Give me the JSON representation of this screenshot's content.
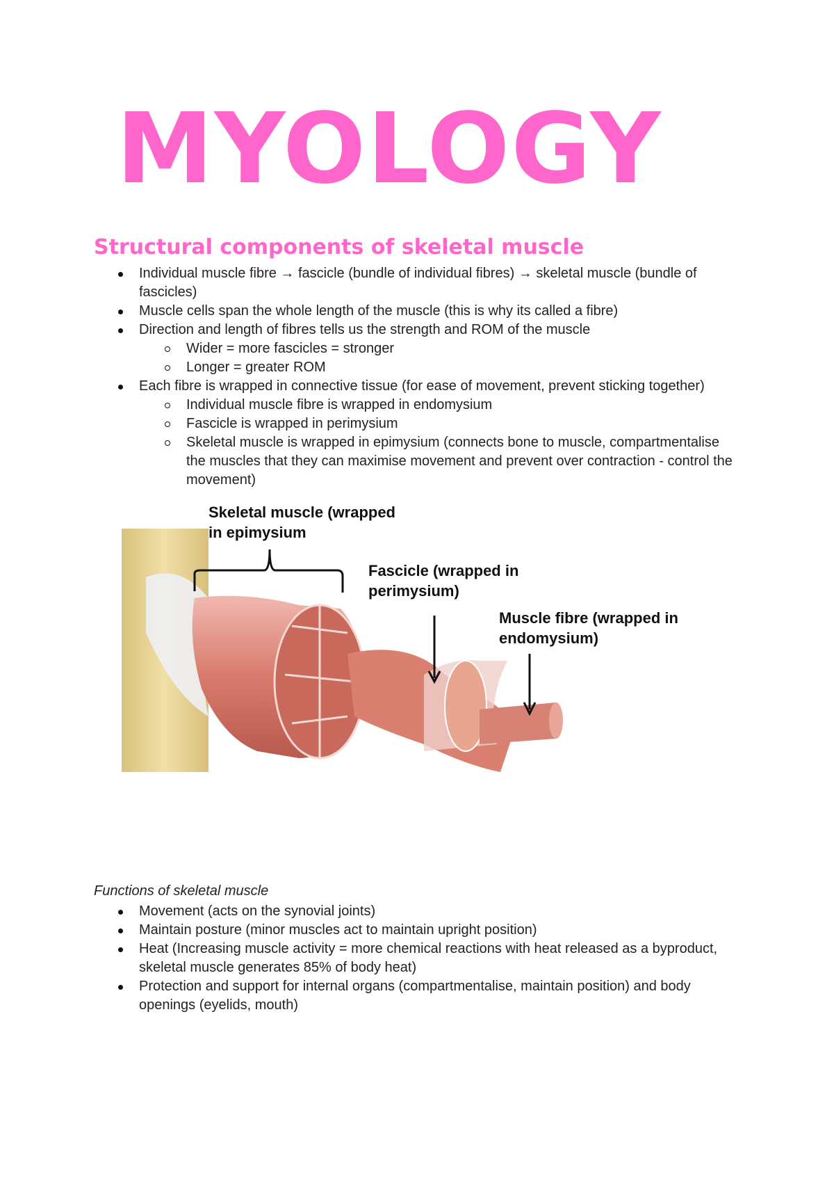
{
  "title": "MYOLOGY",
  "colors": {
    "accent": "#ff66cc",
    "text": "#222222"
  },
  "section1": {
    "heading": "Structural components of skeletal muscle",
    "items": [
      {
        "level": 1,
        "text": "Individual muscle fibre → fascicle (bundle of individual fibres) → skeletal muscle (bundle of fascicles)"
      },
      {
        "level": 1,
        "text": "Muscle cells span the whole length of the muscle (this is why its called a fibre)"
      },
      {
        "level": 1,
        "text": "Direction and length of fibres tells us the strength and ROM of the muscle"
      },
      {
        "level": 2,
        "text": "Wider = more fascicles = stronger"
      },
      {
        "level": 2,
        "text": "Longer = greater ROM"
      },
      {
        "level": 1,
        "text": "Each fibre is wrapped in connective tissue (for ease of movement, prevent sticking together)"
      },
      {
        "level": 2,
        "text": "Individual muscle fibre is wrapped in endomysium"
      },
      {
        "level": 2,
        "text": "Fascicle is wrapped in perimysium"
      },
      {
        "level": 2,
        "text": "Skeletal muscle is wrapped in epimysium (connects bone to muscle, compartmentalise the muscles that they can maximise movement and prevent over contraction - control the movement)"
      }
    ]
  },
  "figure": {
    "labels": {
      "skeletal_l1": "Skeletal muscle (wrapped",
      "skeletal_l2": "in epimysium",
      "fascicle_l1": "Fascicle (wrapped in",
      "fascicle_l2": "perimysium)",
      "fibre_l1": "Muscle fibre (wrapped in",
      "fibre_l2": "endomysium)"
    }
  },
  "section2": {
    "heading": "Functions of skeletal muscle",
    "items": [
      {
        "level": 1,
        "text": "Movement (acts on the synovial joints)"
      },
      {
        "level": 1,
        "text": "Maintain posture (minor muscles act to maintain upright position)"
      },
      {
        "level": 1,
        "text": "Heat (Increasing muscle activity = more chemical reactions with heat released as a byproduct, skeletal muscle generates 85% of body heat)"
      },
      {
        "level": 1,
        "text": "Protection and support for internal organs (compartmentalise, maintain position) and body openings (eyelids, mouth)"
      }
    ]
  }
}
